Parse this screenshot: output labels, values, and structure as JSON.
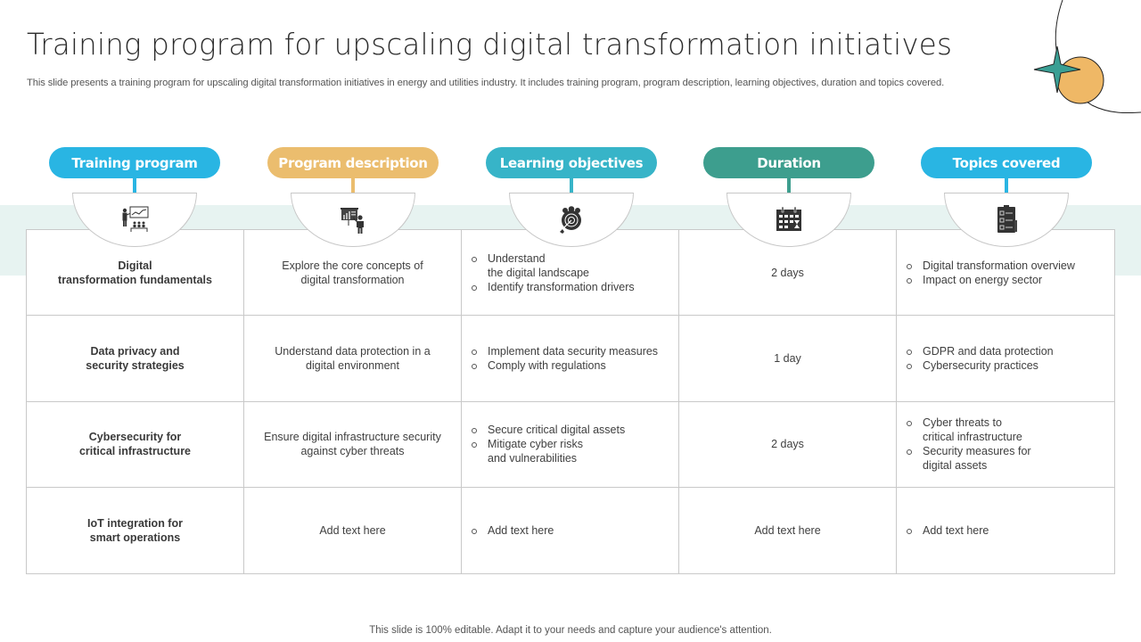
{
  "slide": {
    "title": "Training program for upscaling digital transformation initiatives",
    "subtitle": "This slide presents a training program for upscaling digital transformation initiatives in energy and utilities industry. It includes training program, program description, learning objectives, duration and topics covered.",
    "footer": "This slide is 100% editable. Adapt it to your needs and capture your audience's attention."
  },
  "colors": {
    "blue": "#29b5e3",
    "orange": "#ebbd6e",
    "teal_light": "#37b4c8",
    "teal_dark": "#3d9e8e",
    "band": "#e7f3f1",
    "deco_star": "#3a9f94",
    "deco_circle": "#efb866"
  },
  "headers": [
    {
      "label": "Training program",
      "icon": "presentation-training-icon",
      "color": "#29b5e3"
    },
    {
      "label": "Program description",
      "icon": "presenter-board-icon",
      "color": "#ebbd6e"
    },
    {
      "label": "Learning objectives",
      "icon": "target-team-icon",
      "color": "#37b4c8"
    },
    {
      "label": "Duration",
      "icon": "calendar-hourglass-icon",
      "color": "#3d9e8e"
    },
    {
      "label": "Topics covered",
      "icon": "checklist-clipboard-icon",
      "color": "#29b5e3"
    }
  ],
  "rows": [
    {
      "program": [
        "Digital",
        "transformation fundamentals"
      ],
      "description": [
        "Explore the core concepts of",
        "digital transformation"
      ],
      "objectives": [
        [
          "Understand",
          "the digital landscape"
        ],
        [
          "Identify transformation drivers"
        ]
      ],
      "duration": "2 days",
      "topics": [
        [
          "Digital transformation overview"
        ],
        [
          "Impact on energy sector"
        ]
      ]
    },
    {
      "program": [
        "Data privacy and",
        "security strategies"
      ],
      "description": [
        "Understand data protection in a",
        "digital environment"
      ],
      "objectives": [
        [
          "Implement data security measures"
        ],
        [
          "Comply with regulations"
        ]
      ],
      "duration": "1 day",
      "topics": [
        [
          "GDPR and data protection"
        ],
        [
          "Cybersecurity practices"
        ]
      ]
    },
    {
      "program": [
        "Cybersecurity for",
        "critical infrastructure"
      ],
      "description": [
        "Ensure digital infrastructure security",
        "against cyber threats"
      ],
      "objectives": [
        [
          "Secure critical digital assets"
        ],
        [
          "Mitigate cyber risks",
          "and vulnerabilities"
        ]
      ],
      "duration": "2 days",
      "topics": [
        [
          "Cyber threats to",
          "critical infrastructure"
        ],
        [
          "Security measures for",
          "digital assets"
        ]
      ]
    },
    {
      "program": [
        "IoT integration for",
        "smart operations"
      ],
      "description": [
        "Add text here"
      ],
      "objectives": [
        [
          "Add text here"
        ]
      ],
      "duration": "Add text here",
      "topics": [
        [
          "Add text here"
        ]
      ]
    }
  ]
}
